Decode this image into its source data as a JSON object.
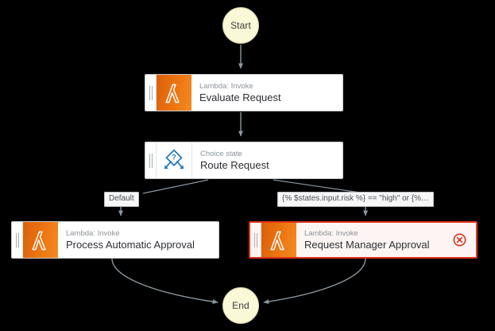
{
  "canvas": {
    "background": "#000000",
    "accent_orange": "#ee7512",
    "accent_blue": "#146eb4",
    "error_red": "#e0341c",
    "terminal_fill": "#fbf8d8",
    "edge_color": "#8a97a0"
  },
  "terminals": {
    "start": {
      "label": "Start"
    },
    "end": {
      "label": "End"
    }
  },
  "nodes": [
    {
      "id": "evaluate-request",
      "subtitle": "Lambda: Invoke",
      "title": "Evaluate Request",
      "icon": "aws-lambda-icon",
      "state": "normal"
    },
    {
      "id": "route-request",
      "subtitle": "Choice state",
      "title": "Route Request",
      "icon": "choice-state-icon",
      "state": "normal"
    },
    {
      "id": "process-automatic-approval",
      "subtitle": "Lambda: Invoke",
      "title": "Process Automatic Approval",
      "icon": "aws-lambda-icon",
      "state": "normal"
    },
    {
      "id": "request-manager-approval",
      "subtitle": "Lambda: Invoke",
      "title": "Request Manager Approval",
      "icon": "aws-lambda-icon",
      "state": "error",
      "badge": "error-badge-icon"
    }
  ],
  "edge_labels": {
    "default_branch": "Default",
    "condition_branch": "{% $states.input.risk %} == \"high\" or {%…"
  }
}
